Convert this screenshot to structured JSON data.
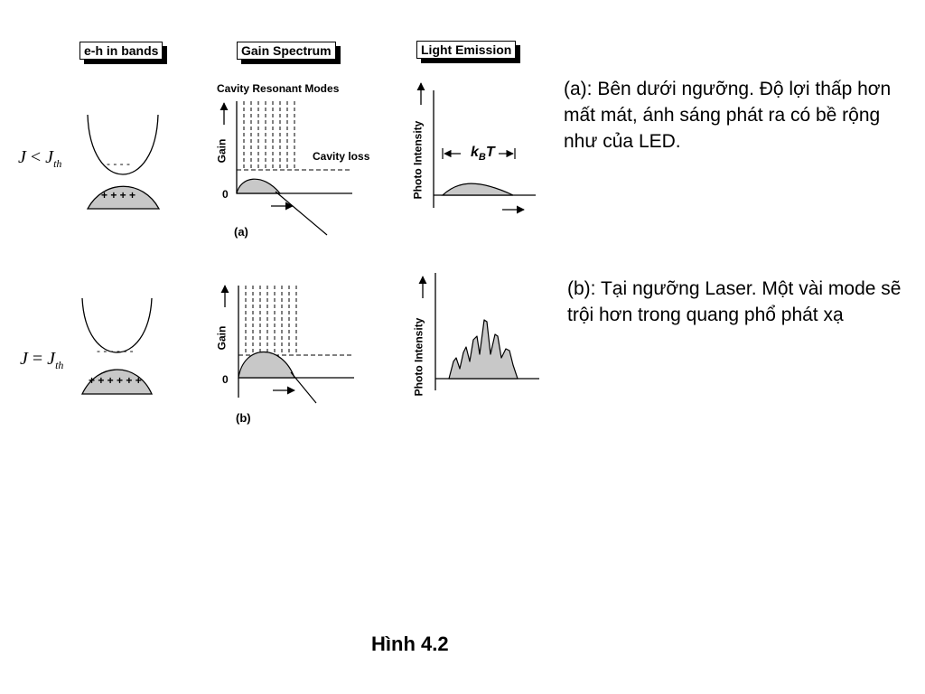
{
  "headers": {
    "bands": "e-h in bands",
    "gain": "Gain Spectrum",
    "light": "Light Emission"
  },
  "labels": {
    "cavity_modes": "Cavity Resonant Modes",
    "cavity_loss": "Cavity loss",
    "gain_axis": "Gain",
    "zero": "0",
    "photo_intensity": "Photo Intensity",
    "kbt_main": "k",
    "kbt_sub": "B",
    "kbt_t": "T",
    "panel_a": "(a)",
    "panel_b": "(b)"
  },
  "conditions": {
    "below": {
      "var": "J",
      "op": " < ",
      "rhs": "J",
      "sub": "th"
    },
    "at": {
      "var": "J",
      "op": " = ",
      "rhs": "J",
      "sub": "th"
    }
  },
  "descriptions": {
    "a": "(a): Bên dưới ngưỡng. Độ lợi thấp hơn mất mát, ánh sáng phát ra có bề rộng như của LED.",
    "b": "(b): Tại ngưỡng Laser. Một vài mode sẽ trội hơn trong quang phổ phát xạ"
  },
  "caption": "Hình 4.2",
  "colors": {
    "fill": "#c8c8c8",
    "line": "#000000"
  }
}
